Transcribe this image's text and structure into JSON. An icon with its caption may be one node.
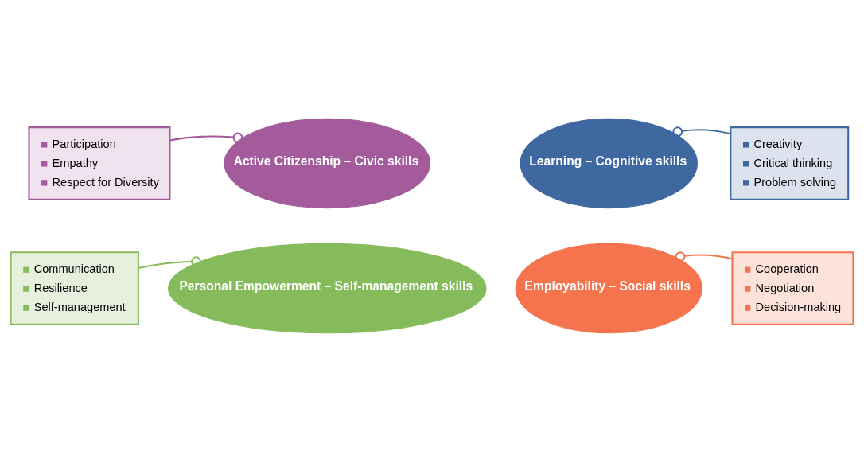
{
  "diagram": {
    "nodes": [
      {
        "text": [
          "Active Citizenship – Civic skills"
        ]
      },
      {
        "text": [
          "Learning – Cognitive skills"
        ]
      },
      {
        "text": [
          "Personal Empowerment – Self-management skills"
        ]
      },
      {
        "text": [
          "Employability – Social skills"
        ]
      },
      {
        "text": [
          "Participation",
          "Empathy",
          "Respect for Diversity"
        ]
      },
      {
        "text": [
          "Creativity",
          "Critical thinking",
          "Problem solving"
        ]
      },
      {
        "text": [
          "Communication",
          "Resilience",
          "Self-management"
        ]
      },
      {
        "text": [
          "Cooperation",
          "Negotiation",
          "Decision-making"
        ]
      }
    ],
    "edges": [
      {
        "from": 4,
        "to": 0,
        "arrow": "other",
        "color": "#a45b9b"
      },
      {
        "from": 5,
        "to": 1,
        "arrow": "other",
        "color": "#3f68a0"
      },
      {
        "from": 6,
        "to": 2,
        "arrow": "other",
        "color": "#86bb5b"
      },
      {
        "from": 7,
        "to": 3,
        "arrow": "other",
        "color": "#f5734d"
      }
    ]
  }
}
